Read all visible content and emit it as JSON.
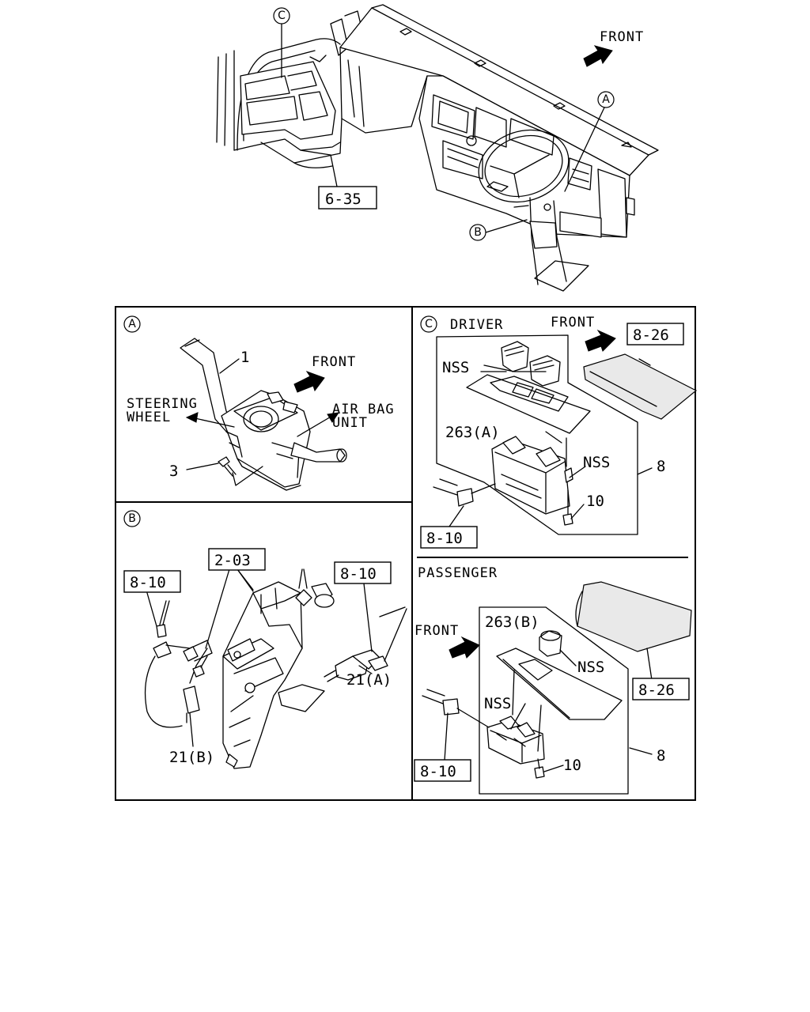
{
  "overview": {
    "front_label": "FRONT",
    "ref_box": "6-35",
    "callouts": {
      "a": "A",
      "b": "B",
      "c": "C"
    }
  },
  "panel_a": {
    "marker": "A",
    "front_label": "FRONT",
    "steering_wheel_label": [
      "STEERING",
      "WHEEL"
    ],
    "air_bag_label": [
      "AIR BAG",
      "UNIT"
    ],
    "part_1": "1",
    "part_3": "3"
  },
  "panel_b": {
    "marker": "B",
    "ref_box_left": "8-10",
    "ref_box_center": "2-03",
    "ref_box_right": "8-10",
    "part_21a": "21(A)",
    "part_21b": "21(B)"
  },
  "panel_c": {
    "marker": "C",
    "driver": {
      "title": "DRIVER",
      "front_label": "FRONT",
      "ref_box_top": "8-26",
      "nss_top": "NSS",
      "part_263a": "263(A)",
      "nss_right": "NSS",
      "part_8": "8",
      "part_10": "10",
      "ref_box_bottom": "8-10"
    },
    "passenger": {
      "title": "PASSENGER",
      "front_label": "FRONT",
      "part_263b": "263(B)",
      "nss_right": "NSS",
      "nss_left": "NSS",
      "ref_box_right": "8-26",
      "part_8": "8",
      "part_10": "10",
      "ref_box_bottom": "8-10"
    }
  }
}
